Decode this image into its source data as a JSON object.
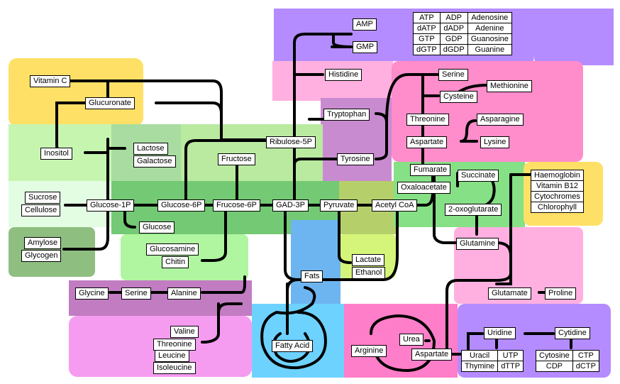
{
  "colors": {
    "purple": "#b48cff",
    "pink": "#ff9ccf",
    "yellow": "#ffe066",
    "light_green": "#c6f5b0",
    "mint": "#e3fde3",
    "dark_green": "#6fbf6f",
    "olive": "#8fb07a",
    "blue": "#6db5f0",
    "cyan": "#6ed2ff",
    "magenta_pink": "#ff7ec9",
    "lime": "#d4f57a",
    "orchid": "#c27cc2",
    "light_pink": "#ffb0e0"
  },
  "nodes": {
    "vitamin_c": "Vitamin C",
    "glucuronate": "Glucuronate",
    "inositol": "Inositol",
    "lactose": "Lactose",
    "galactose": "Galactose",
    "sucrose": "Sucrose",
    "cellulose": "Cellulose",
    "glucose_1p": "Glucose-1P",
    "glucose_6p": "Glucose-6P",
    "glucose": "Glucose",
    "fructose": "Fructose",
    "fructose_6p": "Frucose-6P",
    "amylose": "Amylose",
    "glycogen": "Glycogen",
    "glucosamine": "Glucosamine",
    "chitin": "Chitin",
    "ribulose_5p": "Ribulose-5P",
    "gad_3p": "GAD-3P",
    "pyruvate": "Pyruvate",
    "acetyl_coa": "Acetyl CoA",
    "histidine": "Histidine",
    "tryptophan": "Tryptophan",
    "tyrosine": "Tyrosine",
    "amp": "AMP",
    "gmp": "GMP",
    "serine_top": "Serine",
    "cysteine": "Cysteine",
    "methionine": "Methionine",
    "threonine_top": "Threonine",
    "asparagine": "Asparagine",
    "aspartate_top": "Aspartate",
    "lysine": "Lysine",
    "fumarate": "Fumarate",
    "oxaloacetate": "Oxaloacetate",
    "succinate": "Succinate",
    "oxoglutarate": "2-oxoglutarate",
    "glutamine": "Glutamine",
    "glutamate": "Glutamate",
    "proline": "Proline",
    "lactate": "Lactate",
    "ethanol": "Ethanol",
    "fats": "Fats",
    "fatty_acid": "Fatty Acid",
    "glycine": "Glycine",
    "serine_left": "Serine",
    "alanine": "Alanine",
    "valine": "Valine",
    "threonine_bottom": "Threonine",
    "leucine": "Leucine",
    "isoleucine": "Isoleucine",
    "arginine": "Arginine",
    "urea": "Urea",
    "aspartate_bottom": "Aspartate",
    "uridine": "Uridine",
    "cytidine": "Cytidine"
  },
  "tables": {
    "nucleotides": [
      [
        "ATP",
        "ADP",
        "Adenosine"
      ],
      [
        "dATP",
        "dADP",
        "Adenine"
      ],
      [
        "GTP",
        "GDP",
        "Guanosine"
      ],
      [
        "dGTP",
        "dGDP",
        "Guanine"
      ]
    ],
    "porphyrins": [
      [
        "Haemoglobin"
      ],
      [
        "Vitamin B12"
      ],
      [
        "Cytochromes"
      ],
      [
        "Chlorophyll"
      ]
    ],
    "uridine_products": [
      [
        "Uracil",
        "UTP"
      ],
      [
        "Thymine",
        "dTTP"
      ]
    ],
    "cytidine_products": [
      [
        "Cytosine",
        "CTP"
      ],
      [
        "CDP",
        "dCTP"
      ]
    ]
  }
}
